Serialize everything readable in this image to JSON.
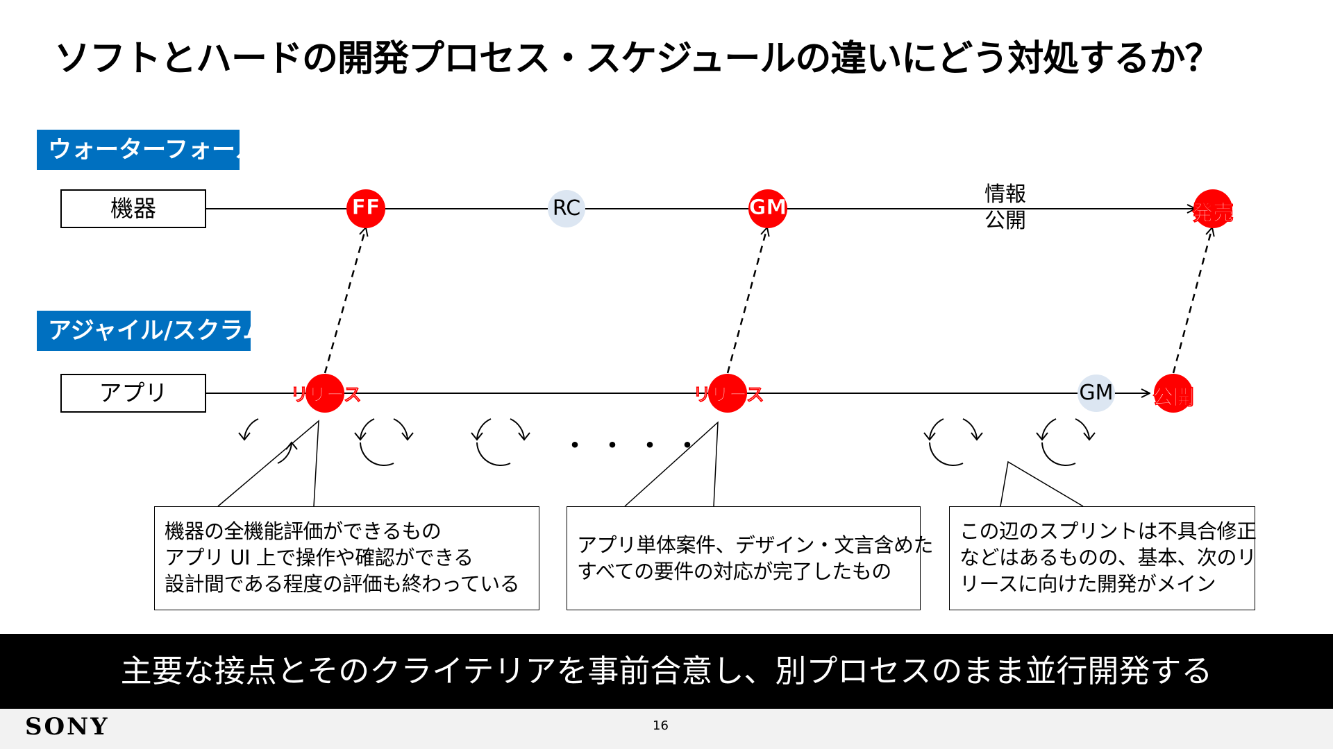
{
  "slide": {
    "title": "ソフトとハードの開発プロセス・スケジュールの違いにどう対処するか？",
    "banner": "主要な接点とそのクライテリアを事前合意し、別プロセスのまま並行開発する",
    "logo": "SONY",
    "page_number": "16"
  },
  "waterfall": {
    "section_label": "ウォーターフォール",
    "lane_label": "機器",
    "milestones": {
      "ff": "FF",
      "rc": "RC",
      "gm": "GM",
      "info_line1": "情報",
      "info_line2": "公開",
      "launch": "発売"
    }
  },
  "agile": {
    "section_label": "アジャイル/スクラム",
    "lane_label": "アプリ",
    "milestones": {
      "release1": "リリース",
      "release2": "リリース",
      "gm": "GM",
      "publish": "公開"
    },
    "ellipsis": "・・・・"
  },
  "notes": [
    {
      "lines": [
        "機器の全機能評価ができるもの",
        "アプリ UI 上で操作や確認ができる",
        "設計間である程度の評価も終わっている"
      ]
    },
    {
      "lines": [
        "アプリ単体案件、デザイン・文言含めた",
        "すべての要件の対応が完了したもの"
      ]
    },
    {
      "lines": [
        "この辺のスプリントは不具合修正",
        "などはあるものの、基本、次のリ",
        "リースに向けた開発がメイン"
      ]
    }
  ],
  "colors": {
    "accent_blue": "#0070c0",
    "milestone_red": "#ff0000",
    "milestone_gray": "#dce6f2",
    "banner_bg": "#000000"
  }
}
